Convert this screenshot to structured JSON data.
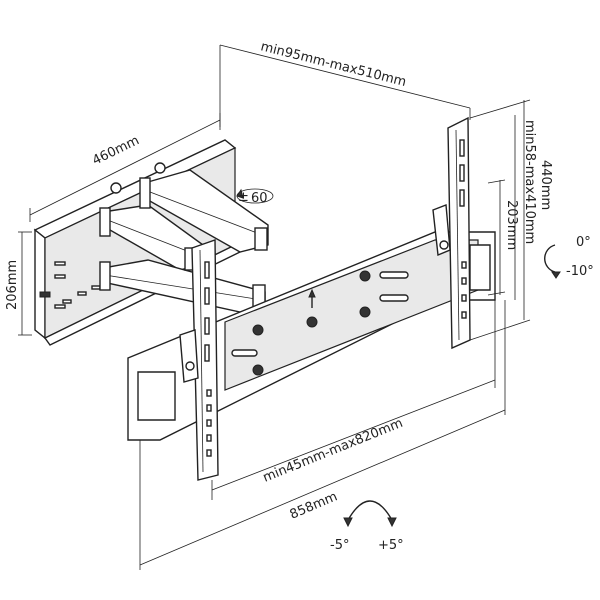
{
  "dimensions": {
    "plate_width": "460mm",
    "plate_height": "206mm",
    "arm_extension": "min95mm-max510mm",
    "tv_bracket_height": "440mm",
    "vertical_hole_range": "min58-max410mm",
    "rail_height": "203mm",
    "horizontal_hole_range": "min45mm-max820mm",
    "overall_width": "858mm"
  },
  "angles": {
    "swivel": "60",
    "tilt_up": "0°",
    "tilt_down": "-10°",
    "roll_left": "-5°",
    "roll_right": "+5°"
  }
}
